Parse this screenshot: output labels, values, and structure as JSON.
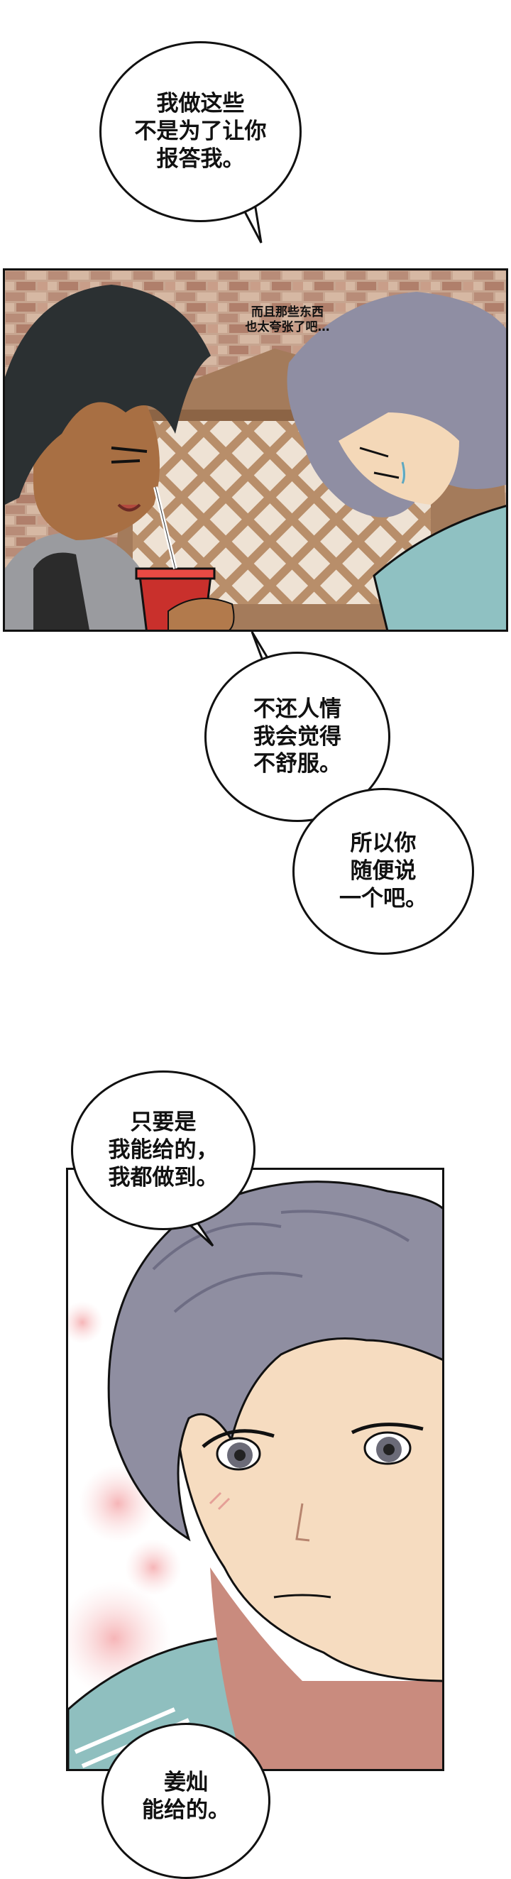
{
  "panels": {
    "panel1": {
      "bubble_lines": [
        "我做这些",
        "不是为了让你",
        "报答我。"
      ],
      "whisper_lines": [
        "而且那些东西",
        "也太夸张了吧…"
      ]
    },
    "middle": {
      "bubble_a_lines": [
        "不还人情",
        "我会觉得",
        "不舒服。"
      ],
      "bubble_b_lines": [
        "所以你",
        "随便说",
        "一个吧。"
      ]
    },
    "panel2": {
      "bubble_top_lines": [
        "只要是",
        "我能给的，",
        "我都做到。"
      ],
      "bubble_bottom_lines": [
        "姜灿",
        "能给的。"
      ]
    }
  }
}
